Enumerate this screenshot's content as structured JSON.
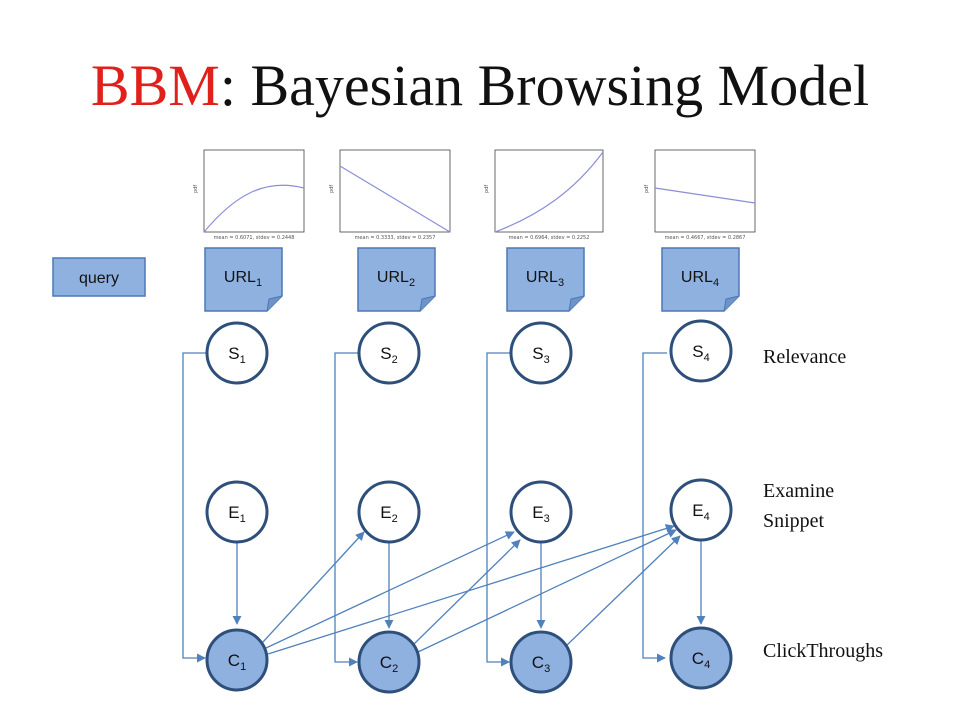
{
  "title": {
    "acronym": "BBM",
    "rest": ": Bayesian Browsing Model"
  },
  "query_label": "query",
  "urls": [
    {
      "base": "URL",
      "sub": "1"
    },
    {
      "base": "URL",
      "sub": "2"
    },
    {
      "base": "URL",
      "sub": "3"
    },
    {
      "base": "URL",
      "sub": "4"
    }
  ],
  "relevance_nodes": [
    {
      "base": "S",
      "sub": "1"
    },
    {
      "base": "S",
      "sub": "2"
    },
    {
      "base": "S",
      "sub": "3"
    },
    {
      "base": "S",
      "sub": "4"
    }
  ],
  "examine_nodes": [
    {
      "base": "E",
      "sub": "1"
    },
    {
      "base": "E",
      "sub": "2"
    },
    {
      "base": "E",
      "sub": "3"
    },
    {
      "base": "E",
      "sub": "4"
    }
  ],
  "click_nodes": [
    {
      "base": "C",
      "sub": "1"
    },
    {
      "base": "C",
      "sub": "2"
    },
    {
      "base": "C",
      "sub": "3"
    },
    {
      "base": "C",
      "sub": "4"
    }
  ],
  "row_labels": {
    "relevance": "Relevance",
    "examine_line1": "Examine",
    "examine_line2": "Snippet",
    "clicks": "ClickThroughs"
  },
  "plots": [
    {
      "caption": "mean = 0.6071, stdev = 0.2448",
      "ylabel": "pdf"
    },
    {
      "caption": "mean = 0.3333, stdev = 0.2357",
      "ylabel": "pdf"
    },
    {
      "caption": "mean = 0.6964, stdev = 0.2252",
      "ylabel": "pdf"
    },
    {
      "caption": "mean = 0.4667, stdev = 0.2867",
      "ylabel": "pdf"
    }
  ],
  "colors": {
    "title_accent": "#e0201b",
    "node_stroke": "#2e4f7a",
    "doc_fill": "#8fb1e0",
    "doc_stroke": "#4a78b5",
    "click_fill": "#8fb1e0",
    "edge": "#4f81bd",
    "curve": "#8a8fd6"
  }
}
